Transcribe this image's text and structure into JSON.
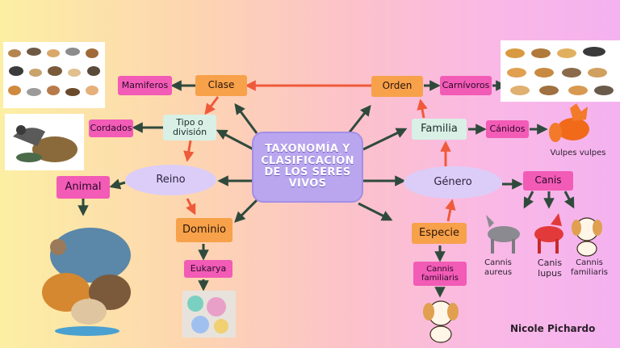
{
  "center": "TAXONOMÍA Y CLASIFICACIÓN DE LOS SERES VIVOS",
  "nodes": {
    "clase": "Clase",
    "mamiferos": "Mamiferos",
    "tipo": "Tipo o división",
    "cordados": "Cordados",
    "reino": "Reino",
    "animal": "Animal",
    "dominio": "Dominio",
    "eukarya": "Eukarya",
    "orden": "Orden",
    "carnivoros": "Carnívoros",
    "familia": "Familia",
    "canidos": "Cánidos",
    "genero": "Género",
    "canis": "Canis",
    "especie": "Especie",
    "cannis_familiaris": "Cannis familiaris"
  },
  "captions": {
    "vulpes": "Vulpes vulpes",
    "aureus": "Cannis aureus",
    "lupus": "Canis lupus",
    "familiaris": "Cannis familiaris"
  },
  "author": "Nicole Pichardo",
  "colors": {
    "dark_arrow": "#2f4a3c",
    "red_arrow": "#ef5a3a"
  }
}
